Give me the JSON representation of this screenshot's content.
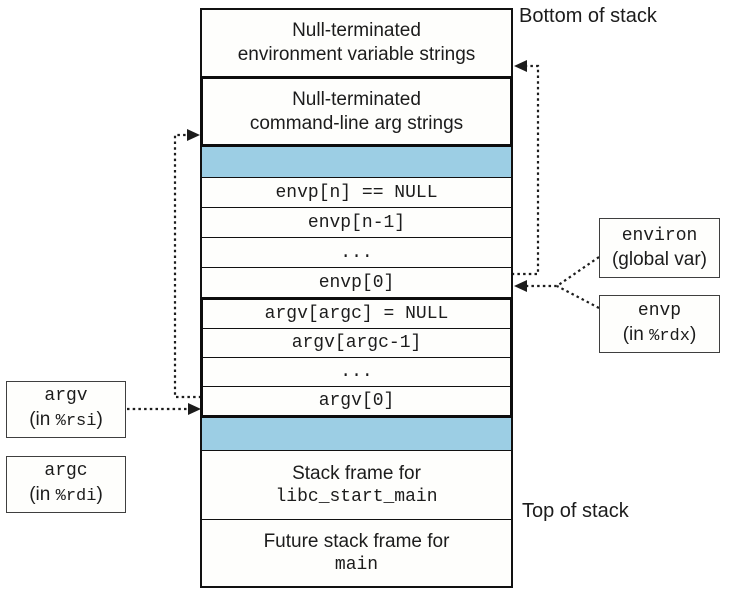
{
  "corner_labels": {
    "bottom_of_stack": "Bottom of stack",
    "top_of_stack": "Top of stack"
  },
  "stack": {
    "env_strings_line1": "Null-terminated",
    "env_strings_line2": "environment variable strings",
    "cmd_args_line1": "Null-terminated",
    "cmd_args_line2": "command-line arg strings",
    "envp_rows": [
      "envp[n] == NULL",
      "envp[n-1]",
      "...",
      "envp[0]"
    ],
    "argv_rows": [
      "argv[argc] = NULL",
      "argv[argc-1]",
      "...",
      "argv[0]"
    ],
    "libc_frame_line1": "Stack frame for",
    "libc_frame_line2": "libc_start_main",
    "main_frame_line1": "Future stack frame for",
    "main_frame_line2": "main"
  },
  "pointer_boxes": {
    "argv": {
      "name": "argv",
      "loc_pre": "(in ",
      "reg": "%rsi",
      "loc_post": ")"
    },
    "argc": {
      "name": "argc",
      "loc_pre": "(in ",
      "reg": "%rdi",
      "loc_post": ")"
    },
    "environ": {
      "name": "environ",
      "loc": "(global var)"
    },
    "envp": {
      "name": "envp",
      "loc_pre": "(in ",
      "reg": "%rdx",
      "loc_post": ")"
    }
  },
  "colors": {
    "band_blue": "#9CCEE4",
    "ink": "#1c1c1c",
    "thick_border": "#0d0d0d",
    "reg_box_border": "#3f3f3f"
  }
}
